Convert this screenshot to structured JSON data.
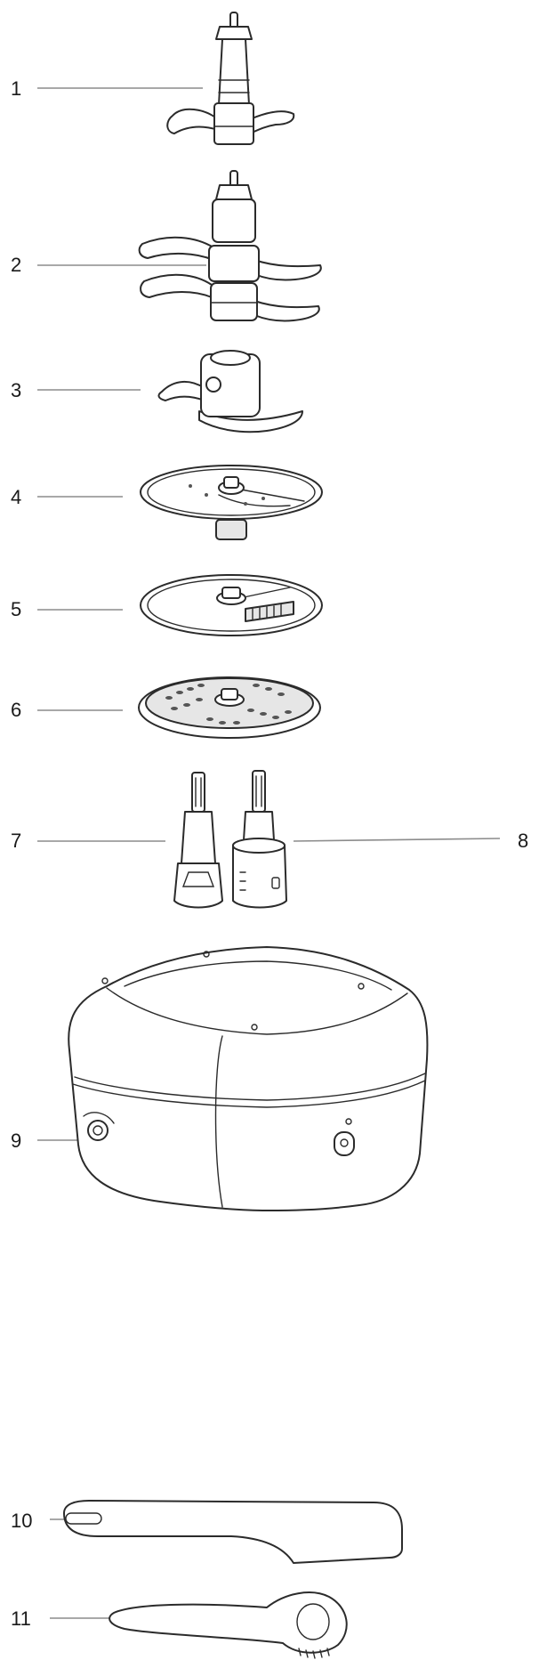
{
  "callouts": [
    {
      "id": "1",
      "label": "1"
    },
    {
      "id": "2",
      "label": "2"
    },
    {
      "id": "3",
      "label": "3"
    },
    {
      "id": "4",
      "label": "4"
    },
    {
      "id": "5",
      "label": "5"
    },
    {
      "id": "6",
      "label": "6"
    },
    {
      "id": "7",
      "label": "7"
    },
    {
      "id": "8",
      "label": "8"
    },
    {
      "id": "9",
      "label": "9"
    },
    {
      "id": "10",
      "label": "10"
    },
    {
      "id": "11",
      "label": "11"
    }
  ],
  "parts": [
    {
      "callout": "1",
      "icon": "small-chopping-blade-icon"
    },
    {
      "callout": "2",
      "icon": "double-chopping-blade-icon"
    },
    {
      "callout": "3",
      "icon": "mini-blade-icon"
    },
    {
      "callout": "4",
      "icon": "slicing-disc-icon"
    },
    {
      "callout": "5",
      "icon": "grating-disc-icon"
    },
    {
      "callout": "6",
      "icon": "coarse-grating-disc-icon"
    },
    {
      "callout": "7",
      "icon": "disc-spindle-icon"
    },
    {
      "callout": "8",
      "icon": "drive-adapter-icon"
    },
    {
      "callout": "9",
      "icon": "storage-box-icon"
    },
    {
      "callout": "10",
      "icon": "spatula-icon"
    },
    {
      "callout": "11",
      "icon": "cleaning-brush-icon"
    }
  ]
}
